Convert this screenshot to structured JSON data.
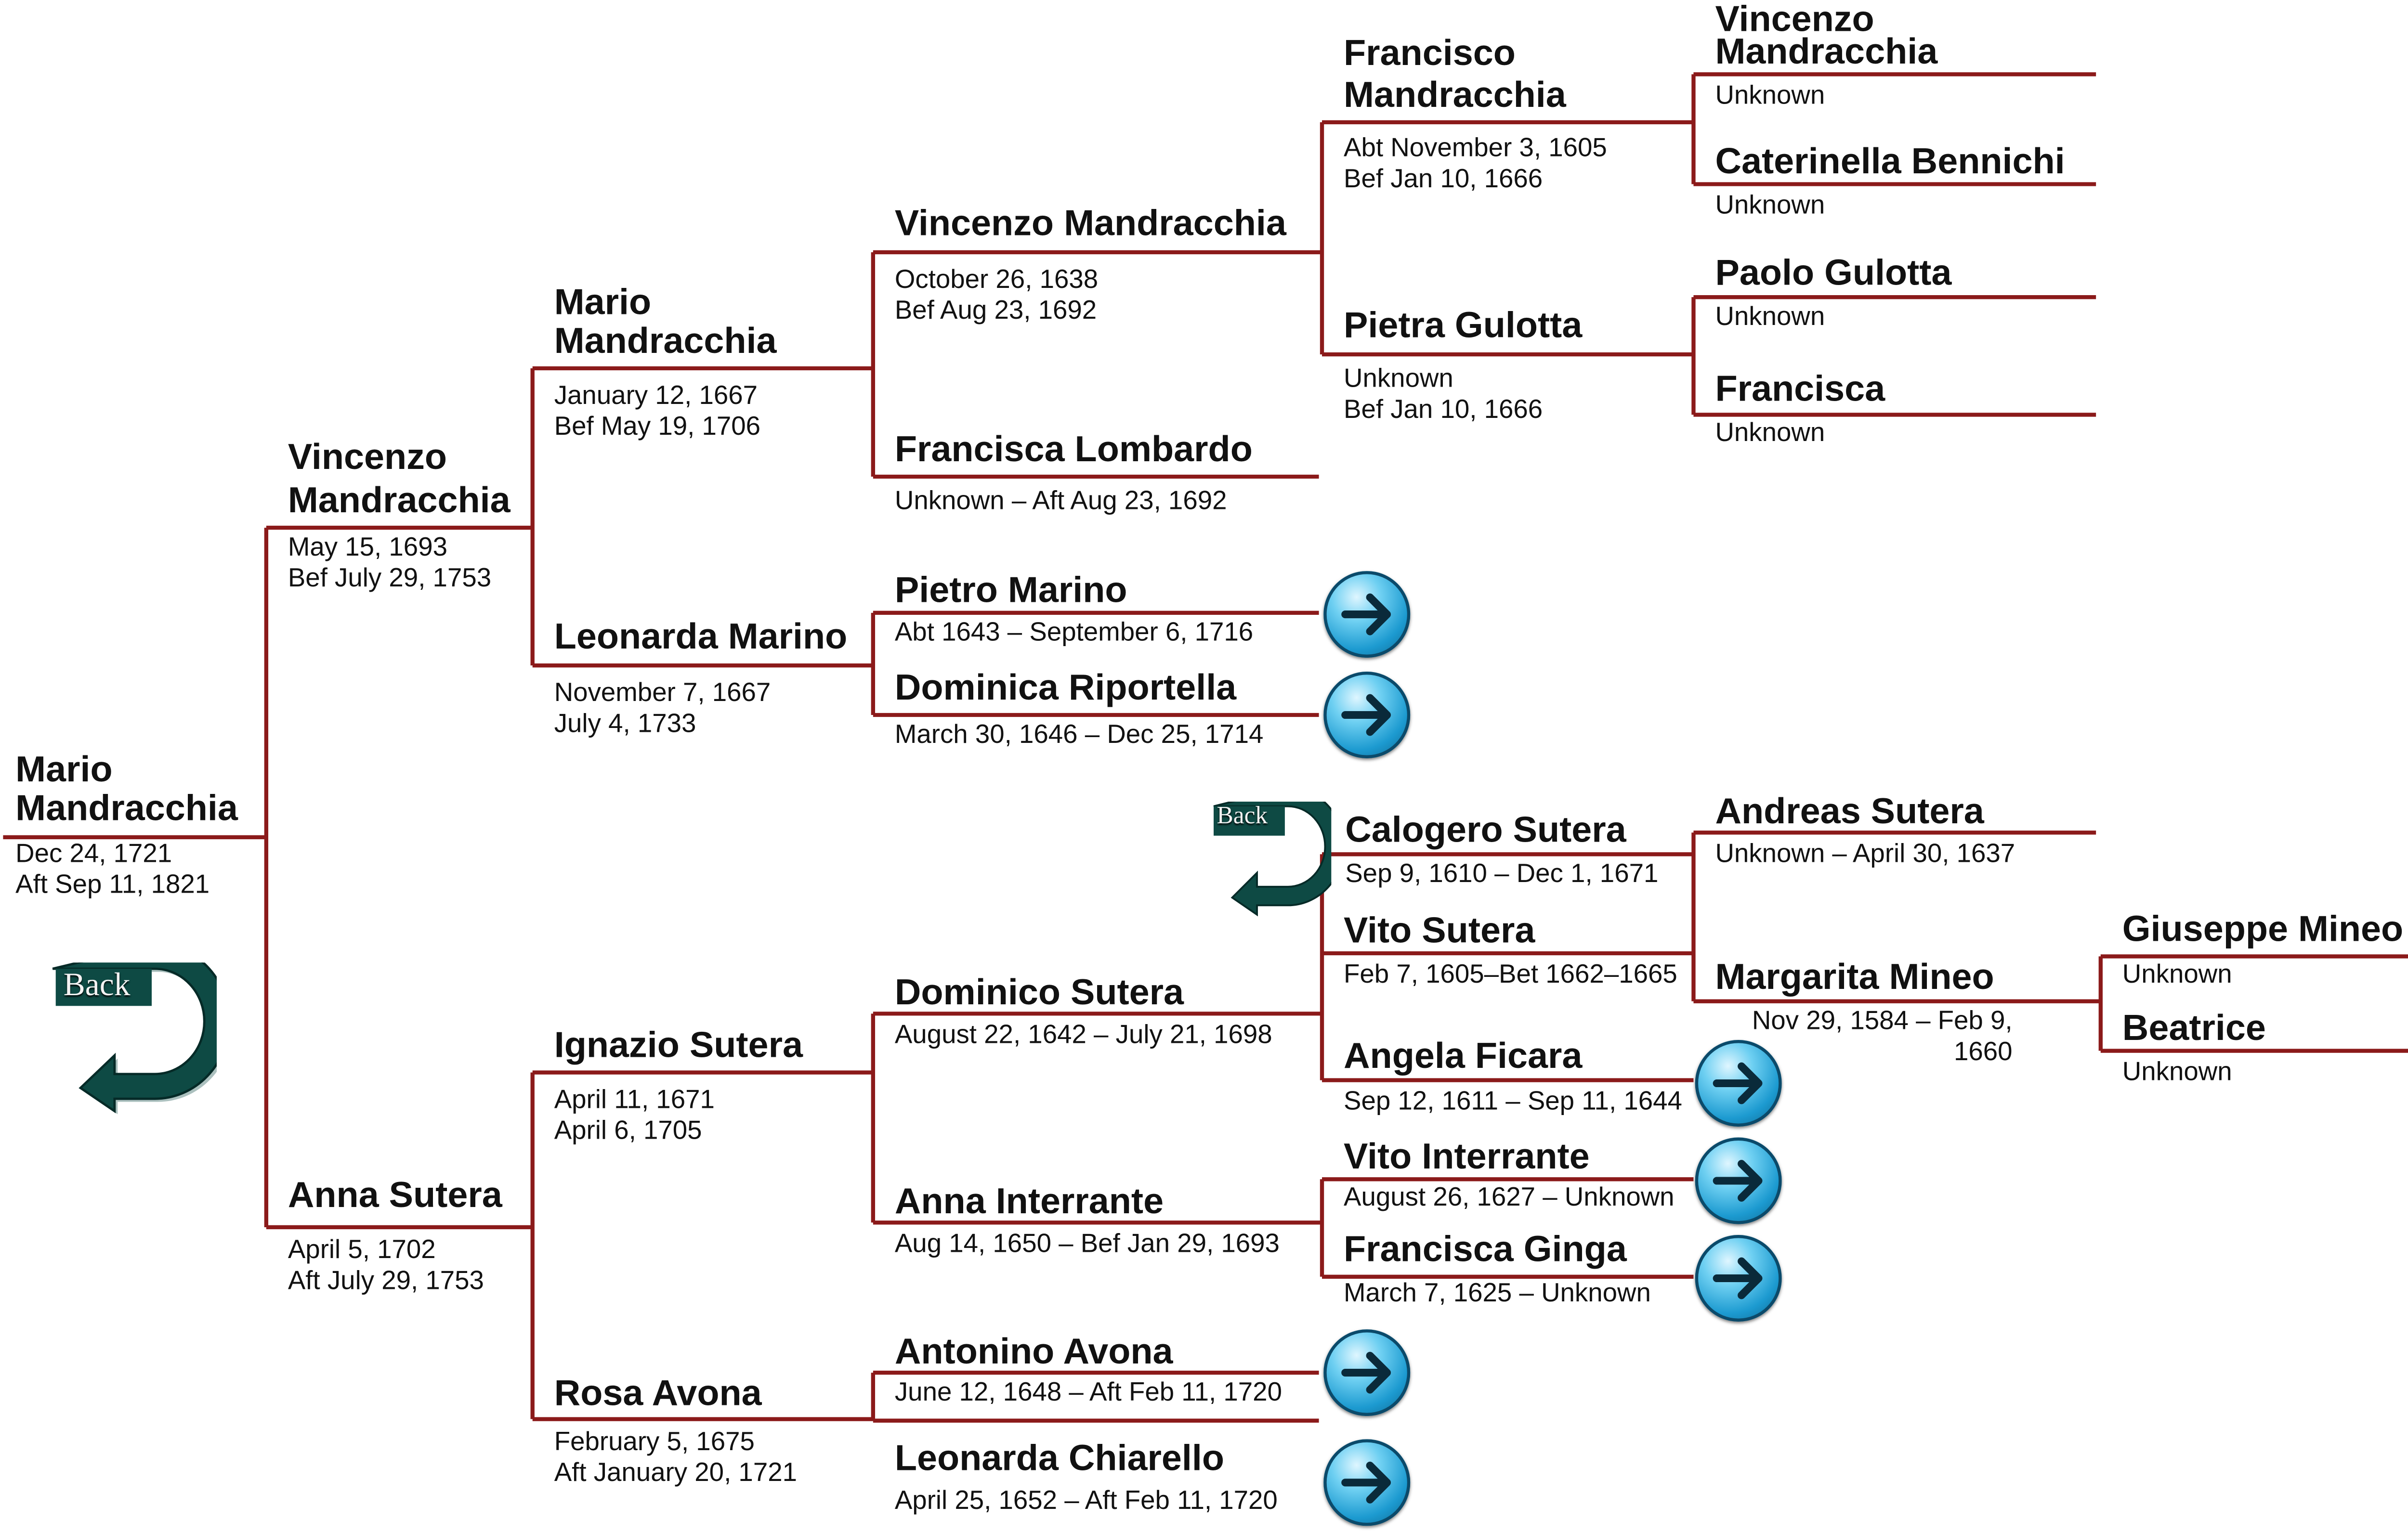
{
  "colors": {
    "line": "#8B1A1A",
    "back_button": "#0e4a44",
    "arrow": "#1c9ad0"
  },
  "back_label": "Back",
  "people": {
    "root": {
      "name": "Mario\nMandracchia",
      "dates": "Dec  24, 1721\nAft Sep  11, 1821"
    },
    "p1": {
      "name": "Vincenzo\nMandracchia",
      "dates": "May 15, 1693\nBef  July 29, 1753"
    },
    "p2": {
      "name": "Anna Sutera",
      "dates": "April 5, 1702\nAft  July 29, 1753"
    },
    "g1": {
      "name": "Mario\nMandracchia",
      "dates": "January 12, 1667\nBef May 19, 1706"
    },
    "g2": {
      "name": "Leonarda Marino",
      "dates": "November 7, 1667\nJuly 4, 1733"
    },
    "g3": {
      "name": "Ignazio Sutera",
      "dates": "April 11, 1671\nApril 6, 1705"
    },
    "g4": {
      "name": "Rosa Avona",
      "dates": "February 5, 1675\nAft January 20, 1721"
    },
    "gg1": {
      "name": "Vincenzo Mandracchia",
      "dates": "October 26, 1638\nBef  Aug 23, 1692"
    },
    "gg2": {
      "name": "Francisca Lombardo",
      "dates": "Unknown – Aft  Aug 23, 1692"
    },
    "gg3": {
      "name": "Pietro Marino",
      "dates": "Abt 1643 – September 6, 1716"
    },
    "gg4": {
      "name": "Dominica Riportella",
      "dates": "March 30, 1646  – Dec  25, 1714"
    },
    "gg5": {
      "name": "Dominico Sutera",
      "dates": "August 22, 1642  – July 21, 1698"
    },
    "gg6": {
      "name": "Anna Interrante",
      "dates": "Aug 14, 1650 –   Bef Jan 29, 1693"
    },
    "gg7": {
      "name": "Antonino Avona",
      "dates": "June 12, 1648  – Aft Feb 11, 1720"
    },
    "gg8": {
      "name": "Leonarda Chiarello",
      "dates": "April 25, 1652  – Aft Feb 11, 1720"
    },
    "g3x1": {
      "name": "Francisco\nMandracchia",
      "dates": "Abt November 3, 1605\nBef  Jan 10, 1666"
    },
    "g3x2": {
      "name": "Pietra Gulotta",
      "dates": "Unknown\nBef  Jan 10, 1666"
    },
    "g3x3": {
      "name": "Calogero Sutera",
      "dates": "Sep 9, 1610 – Dec 1, 1671"
    },
    "g3x4": {
      "name": "Vito Sutera",
      "dates": "Feb 7, 1605–Bet 1662–1665"
    },
    "g3x5": {
      "name": "Angela Ficara",
      "dates": "Sep 12, 1611  –  Sep 11, 1644"
    },
    "g3x6": {
      "name": "Vito  Interrante",
      "dates": "August 26, 1627 – Unknown"
    },
    "g3x7": {
      "name": "Francisca Ginga",
      "dates": "March 7, 1625   –   Unknown"
    },
    "g4x1": {
      "name": "Vincenzo\nMandracchia",
      "dates": "Unknown"
    },
    "g4x2": {
      "name": "Caterinella Bennichi",
      "dates": "Unknown"
    },
    "g4x3": {
      "name": "Paolo Gulotta",
      "dates": "Unknown"
    },
    "g4x4": {
      "name": "Francisca",
      "dates": "Unknown"
    },
    "g4x5": {
      "name": "Andreas Sutera",
      "dates": "Unknown   –  April 30, 1637"
    },
    "g4x6": {
      "name": "Margarita Mineo",
      "dates": "Nov 29, 1584 – Feb 9,\n1660"
    },
    "g5x1": {
      "name": "Giuseppe Mineo",
      "dates": "Unknown"
    },
    "g5x2": {
      "name": "Beatrice",
      "dates": "Unknown"
    }
  }
}
